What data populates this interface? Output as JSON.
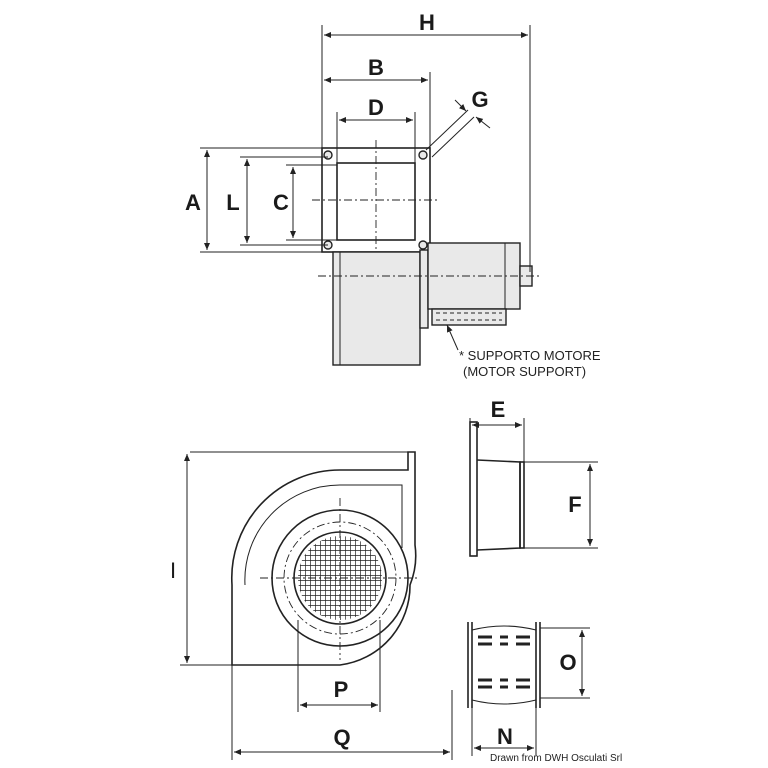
{
  "title": "Centrifugal blower dimensional drawing",
  "dimensions": {
    "H": "H",
    "B": "B",
    "D": "D",
    "G": "G",
    "A": "A",
    "L": "L",
    "C": "C",
    "E": "E",
    "F": "F",
    "I": "I",
    "O": "O",
    "P": "P",
    "N": "N",
    "Q": "Q"
  },
  "notes": {
    "motor_support_it": "* SUPPORTO MOTORE",
    "motor_support_en": "(MOTOR SUPPORT)"
  },
  "credit": "Drawn from DWH Osculati Srl"
}
